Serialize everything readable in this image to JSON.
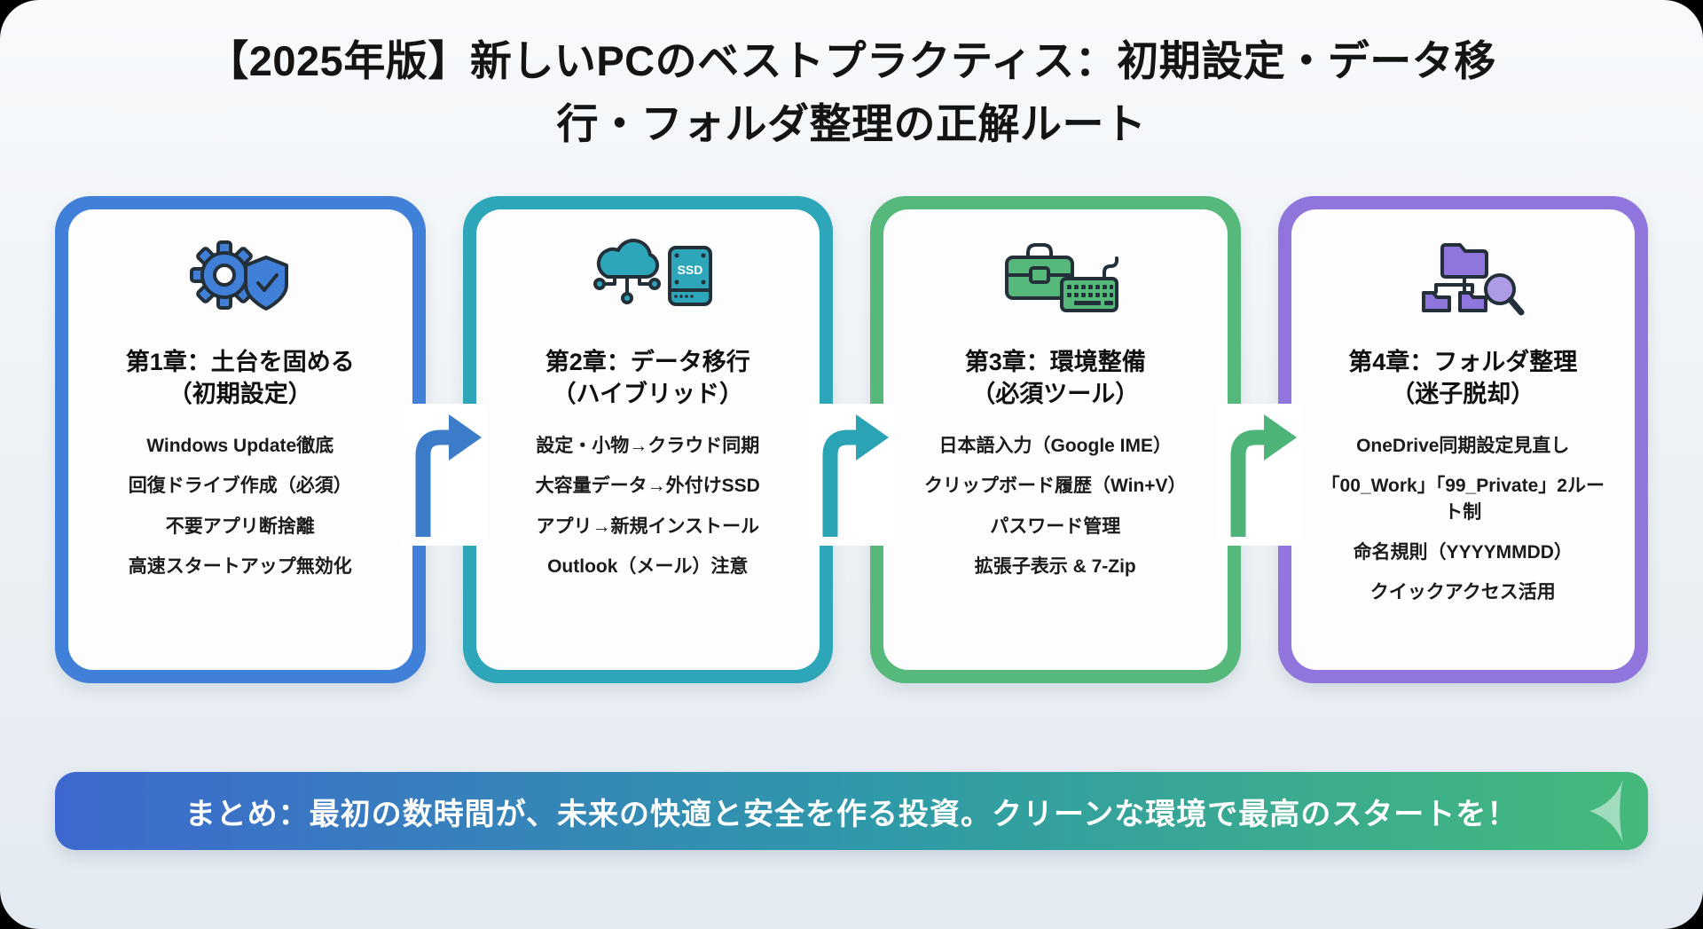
{
  "page": {
    "title": "【2025年版】新しいPCのベストプラクティス：初期設定・データ移行・フォルダ整理の正解ルート"
  },
  "cards": [
    {
      "accent": "#4080d8",
      "icon": "gear-shield-check-icon",
      "title": "第1章：土台を固める",
      "subtitle": "（初期設定）",
      "items": [
        "Windows Update徹底",
        "回復ドライブ作成（必須）",
        "不要アプリ断捨離",
        "高速スタートアップ無効化"
      ]
    },
    {
      "accent": "#2ca6b8",
      "icon": "cloud-sync-ssd-icon",
      "ssd_label": "SSD",
      "title": "第2章：データ移行",
      "subtitle": "（ハイブリッド）",
      "items": [
        "設定・小物→クラウド同期",
        "大容量データ→外付けSSD",
        "アプリ→新規インストール",
        "Outlook（メール）注意"
      ]
    },
    {
      "accent": "#56b87b",
      "icon": "toolbox-keyboard-icon",
      "title": "第3章：環境整備",
      "subtitle": "（必須ツール）",
      "items": [
        "日本語入力（Google IME）",
        "クリップボード履歴（Win+V）",
        "パスワード管理",
        "拡張子表示 & 7-Zip"
      ]
    },
    {
      "accent": "#8f75dc",
      "icon": "folder-tree-search-icon",
      "title": "第4章：フォルダ整理",
      "subtitle": "（迷子脱却）",
      "items": [
        "OneDrive同期設定見直し",
        "「00_Work」「99_Private」2ルート制",
        "命名規則（YYYYMMDD）",
        "クイックアクセス活用"
      ]
    }
  ],
  "arrows": [
    {
      "color": "#3d7cc9"
    },
    {
      "color": "#2aa3b5"
    },
    {
      "color": "#4db378"
    }
  ],
  "summary": {
    "text": "まとめ：最初の数時間が、未来の快適と安全を作る投資。クリーンな環境で最高のスタートを！",
    "gradient_start": "#3e68cf",
    "gradient_mid": "#2f9aa8",
    "gradient_end": "#44b97a"
  }
}
